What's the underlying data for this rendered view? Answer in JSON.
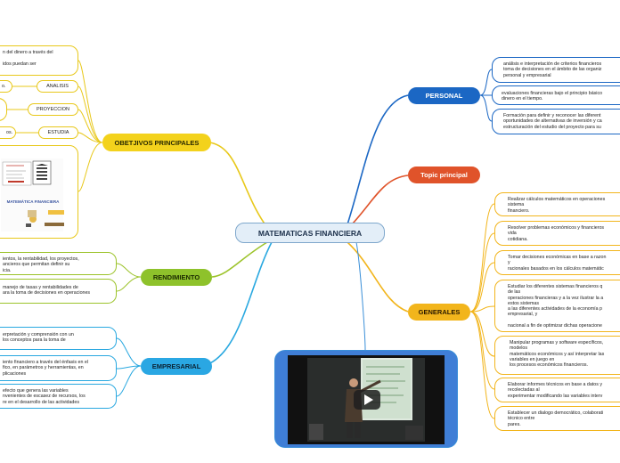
{
  "central": "MATEMATICAS FINANCIERA",
  "topics": {
    "objetivos": "OBETJIVOS PRINCIPALES",
    "rendimiento": "RENDIMIENTO",
    "empresarial": "EMPRESARIAL",
    "personal": "PERSONAL",
    "topic": "Topic principal",
    "generales": "GENERALES"
  },
  "objetivos_items": {
    "leaf1": "n del dinero a través del\n\nidos puedan ser",
    "analisis_label": "ANALISIS",
    "analisis_text": "o.",
    "proyeccion_label": "PROYECCION",
    "estudia_label": "ESTUDIA",
    "estudia_text": "os."
  },
  "image_texts": {
    "caption": "MATEMÁTICA FINANCIERA"
  },
  "rendimiento_items": [
    "ientos, la rentabilidad, los proyectos,\nancieros que permitan definir su\nicia.",
    "manejo de tasas y rentabilidades de\nara la toma de decisiones en operaciones"
  ],
  "empresarial_items": [
    "erpretación y comprensión con un\nlos conceptos para la toma de",
    "iento financiero a través del énfasis en el\nfico, en parámetros y herramientas, en\nplicaciones",
    "efecto que genera las variables\nnvenientes de escasez de recursos, los\nre en el desarrollo de las actividades"
  ],
  "personal_items": [
    "análisis e interpretación de criterios financieros\ntoma de decisiones en el ámbito de las organiz\npersonal y  empresarial",
    "evaluaciones financieras bajo el principio básico\ndinero en el tiempo.",
    "Formación para definir y reconocer las diferent\noportunidades de alternativas de inversión y ca\nestructuración del estudio del proyecto para su"
  ],
  "generales_items": [
    "Realizar cálculos matemáticos en operaciones\nsistema\nfinanciero.",
    "Resolver problemas económicos y financieros\nvida\ncotidiana.",
    "Tomar decisiones económicas en base a razon\ny\nracionales basados en los cálculos matemátic",
    "Estudiar los diferentes sistemas financieros q\nde las\noperaciones financieras y a la vez ilustrar la a\nestos sistemas\na las diferentes actividades de la economía p\nempresarial, y\n\nnacional a fin de optimizar dichas operacione",
    "Manipular programas y software específicos,\nmodelos\nmatemáticos económicos y así interpretar las\nvariables en juego en\nlos procesos económicos financieros.",
    "Elaborar informes técnicos en base a datos y\nrecolectadas al\nexperimentar modificando las variables interv",
    "Establecer un dialogo democrático, colaborati\ntécnico entre\npares."
  ],
  "colors": {
    "central_bg": "#e3eef8",
    "yellow": "#e8c81a",
    "green": "#9cc32a",
    "blue": "#29a8e0",
    "orange_red": "#e0532a",
    "gold": "#f2b51c",
    "dark_blue": "#1b67c4"
  },
  "video": {
    "icon": "play-icon"
  }
}
